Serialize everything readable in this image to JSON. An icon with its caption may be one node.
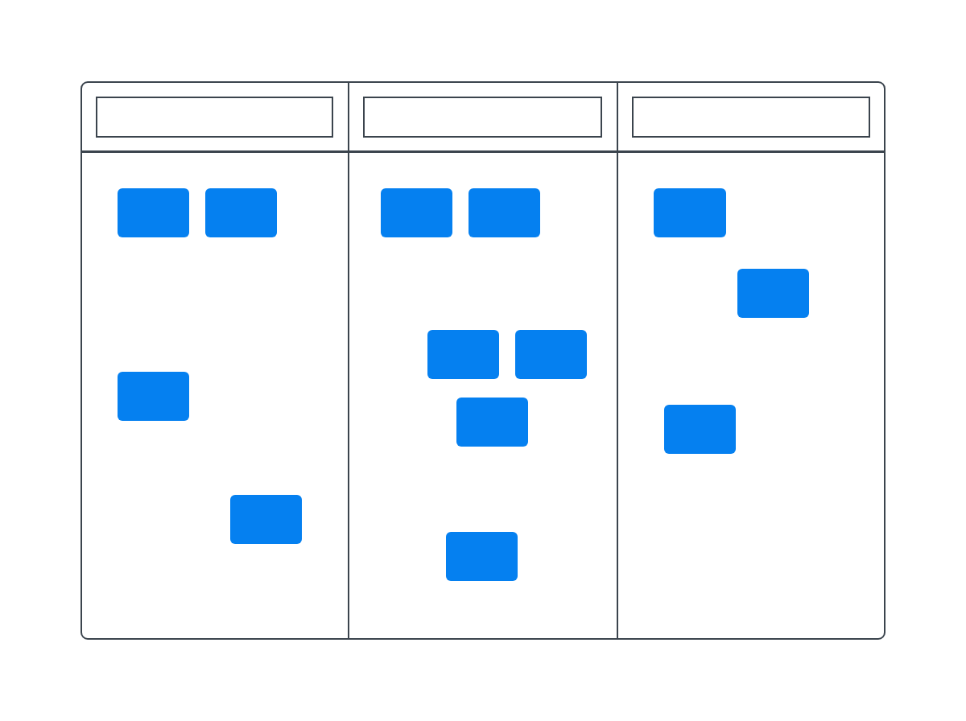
{
  "diagram": {
    "nodes": [
      {
        "text": [],
        "shape": "box"
      },
      {
        "text": [],
        "shape": "box",
        "in": 0
      },
      {
        "text": [],
        "shape": "box",
        "in": 0
      },
      {
        "text": [],
        "shape": "box",
        "in": 0
      },
      {
        "text": [],
        "shape": "box",
        "in": 0
      },
      {
        "text": [],
        "shape": "box",
        "in": 0
      },
      {
        "text": [],
        "shape": "box"
      },
      {
        "text": [],
        "shape": "box",
        "in": 6
      },
      {
        "text": [],
        "shape": "box",
        "in": 6
      },
      {
        "text": [],
        "shape": "box",
        "in": 6
      },
      {
        "text": [],
        "shape": "box",
        "in": 6
      },
      {
        "text": [],
        "shape": "box",
        "in": 6
      },
      {
        "text": [],
        "shape": "box",
        "in": 6
      },
      {
        "text": [],
        "shape": "box",
        "in": 6
      },
      {
        "text": [],
        "shape": "box"
      },
      {
        "text": [],
        "shape": "box",
        "in": 14
      },
      {
        "text": [],
        "shape": "box",
        "in": 14
      },
      {
        "text": [],
        "shape": "box",
        "in": 14
      },
      {
        "text": [],
        "shape": "box",
        "in": 14
      }
    ]
  }
}
